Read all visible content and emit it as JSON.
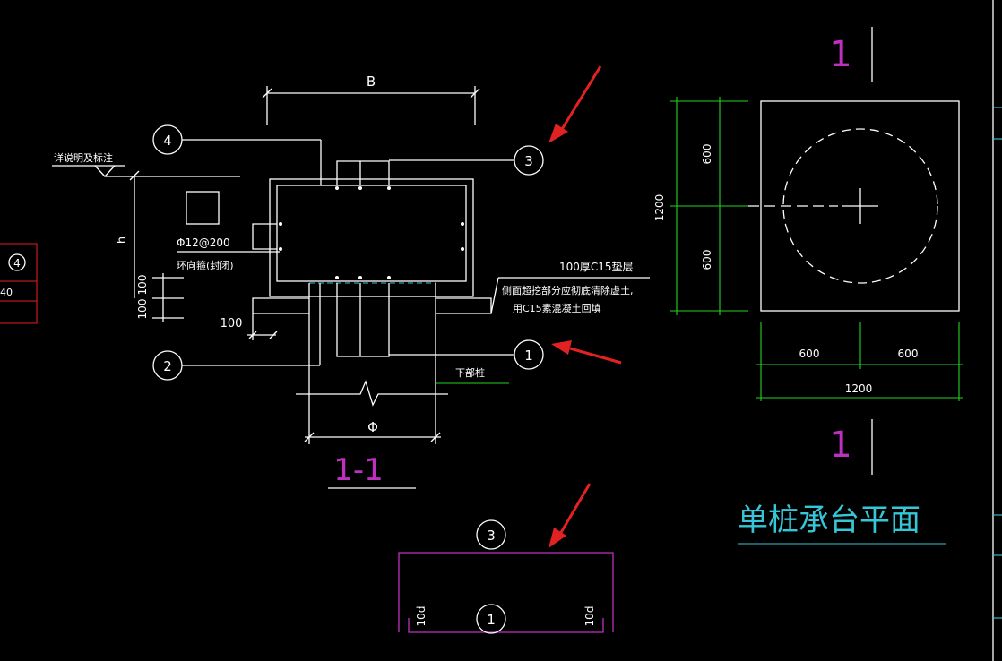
{
  "section": {
    "title": "1-1",
    "dim_width": "B",
    "dim_h": "h",
    "dim_100_a": "100",
    "dim_100_b": "100",
    "dim_100_c": "100",
    "dim_phi": "Φ",
    "elev_note": "详说明及标注",
    "stirrup_spec": "Φ12@200",
    "stirrup_note": "环向箍(封闭)",
    "cushion_note": "100厚C15垫层",
    "backfill_note_1": "侧面超挖部分应彻底清除虚土,",
    "backfill_note_2": "用C15素混凝土回填",
    "pile_note": "下部桩",
    "markers": {
      "m1": "1",
      "m2": "2",
      "m3": "3",
      "m4": "4"
    }
  },
  "plan": {
    "title": "单桩承台平面",
    "section_mark_top": "1",
    "section_mark_bottom": "1",
    "dim_total_v": "1200",
    "dim_top": "600",
    "dim_bottom": "600",
    "dim_left": "600",
    "dim_right": "600",
    "dim_total_h": "1200"
  },
  "rebar_detail": {
    "marker_top": "3",
    "marker_bottom": "1",
    "left_label": "10d",
    "right_label": "10d"
  },
  "left_fragment": {
    "marker": "4",
    "fragment_text": "40"
  },
  "colors": {
    "background": "#000000",
    "lines": "#ffffff",
    "dimension": "#22d422",
    "title": "#35c7d8",
    "section_mark": "#c030c0",
    "arrow": "#e22222"
  }
}
